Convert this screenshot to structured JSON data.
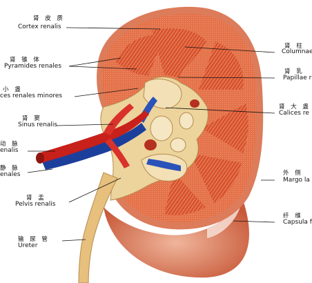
{
  "figure": {
    "colors": {
      "capsule": "#dc7c5a",
      "cortex": "#e4714a",
      "medulla_pyramid": "#d8532e",
      "sinus_fat": "#ecd49c",
      "renal_artery": "#c8201a",
      "renal_vein": "#1d3f9c",
      "ureter": "#e6c07c",
      "leader_line": "#111111"
    },
    "labels": [
      {
        "id": "cortex",
        "zh": "肾 皮 质",
        "la": "Cortex renalis"
      },
      {
        "id": "pyramids",
        "zh": "肾 锥 体",
        "la": "Pyramides renales"
      },
      {
        "id": "minor-calices",
        "zh": "小 盏",
        "la": "ces renales minores"
      },
      {
        "id": "sinus",
        "zh": "肾 窦",
        "la": "Sinus renalis"
      },
      {
        "id": "artery",
        "zh": "动 脉",
        "la": "enalis"
      },
      {
        "id": "vein",
        "zh": "静 脉",
        "la": "enales"
      },
      {
        "id": "pelvis",
        "zh": "肾 盂",
        "la": "Pelvis renalis"
      },
      {
        "id": "ureter",
        "zh": "输 尿 管",
        "la": "Ureter"
      },
      {
        "id": "columns",
        "zh": "肾 柱",
        "la": "Columnae"
      },
      {
        "id": "papillae",
        "zh": "肾 乳",
        "la": "Papillae r"
      },
      {
        "id": "major-calices",
        "zh": "肾 大 盏",
        "la": "Calices re"
      },
      {
        "id": "lateral-margin",
        "zh": "外 侧",
        "la": "Margo la"
      },
      {
        "id": "capsule",
        "zh": "纤 维",
        "la": "Capsula f"
      }
    ]
  }
}
